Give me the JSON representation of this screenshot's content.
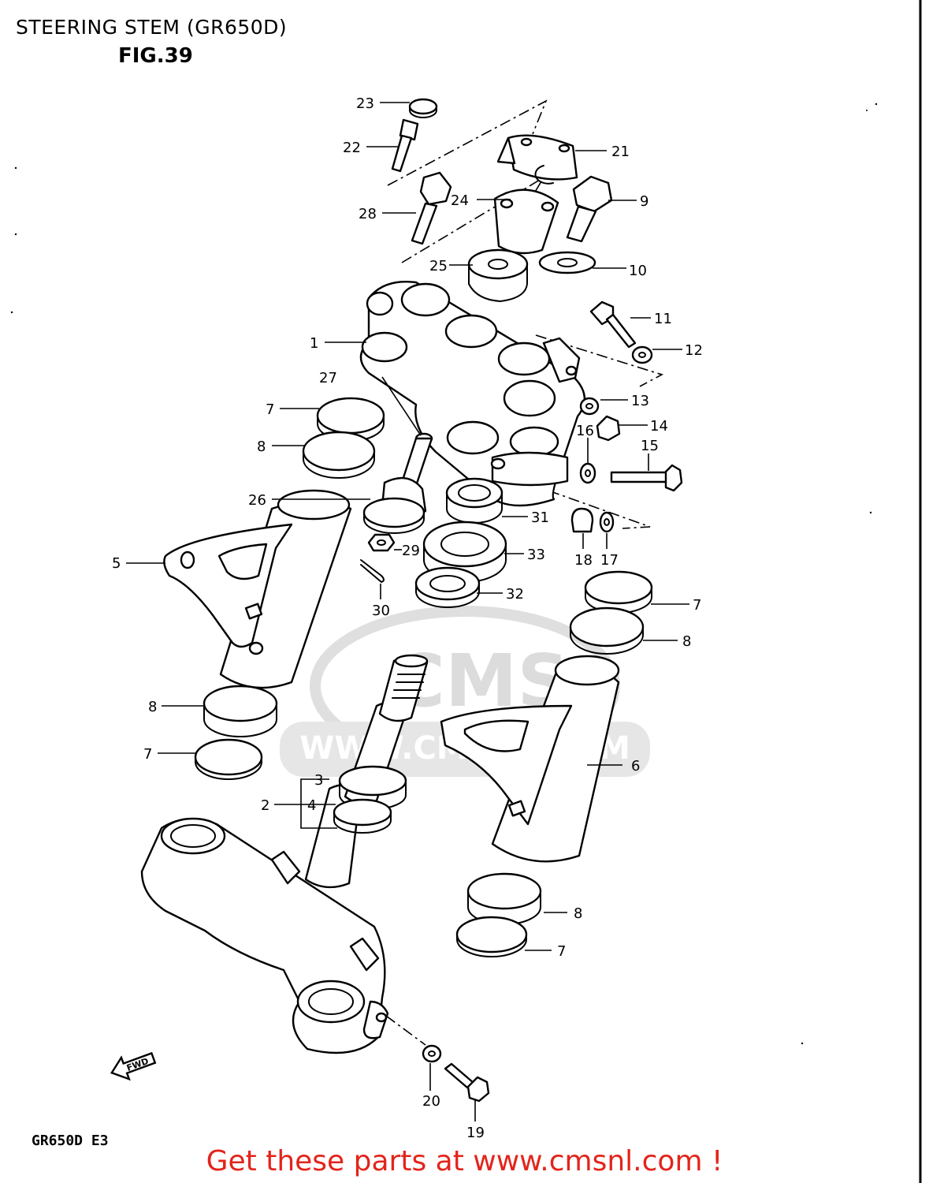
{
  "header": {
    "title": "STEERING STEM (GR650D)",
    "figure": "FIG.39"
  },
  "footer": {
    "model_code": "GR650D E3",
    "cta": "Get these parts at www.cmsnl.com !"
  },
  "watermark": {
    "brand": "CMS",
    "url": "WWW.CMSNL.COM",
    "color": "#d9d9d9"
  },
  "direction_marker": {
    "label": "FWD"
  },
  "colors": {
    "line": "#000000",
    "cta": "#e3241b",
    "background": "#ffffff"
  },
  "callouts": {
    "c1": "1",
    "c2": "2",
    "c3": "3",
    "c4": "4",
    "c5": "5",
    "c6": "6",
    "c7a": "7",
    "c7b": "7",
    "c7c": "7",
    "c7d": "7",
    "c8a": "8",
    "c8b": "8",
    "c8c": "8",
    "c8d": "8",
    "c9": "9",
    "c10": "10",
    "c11": "11",
    "c12": "12",
    "c13": "13",
    "c14": "14",
    "c15": "15",
    "c16": "16",
    "c17": "17",
    "c18": "18",
    "c19": "19",
    "c20": "20",
    "c21": "21",
    "c22": "22",
    "c23": "23",
    "c24": "24",
    "c25": "25",
    "c26": "26",
    "c27": "27",
    "c28": "28",
    "c29": "29",
    "c30": "30",
    "c31": "31",
    "c32": "32",
    "c33": "33"
  }
}
